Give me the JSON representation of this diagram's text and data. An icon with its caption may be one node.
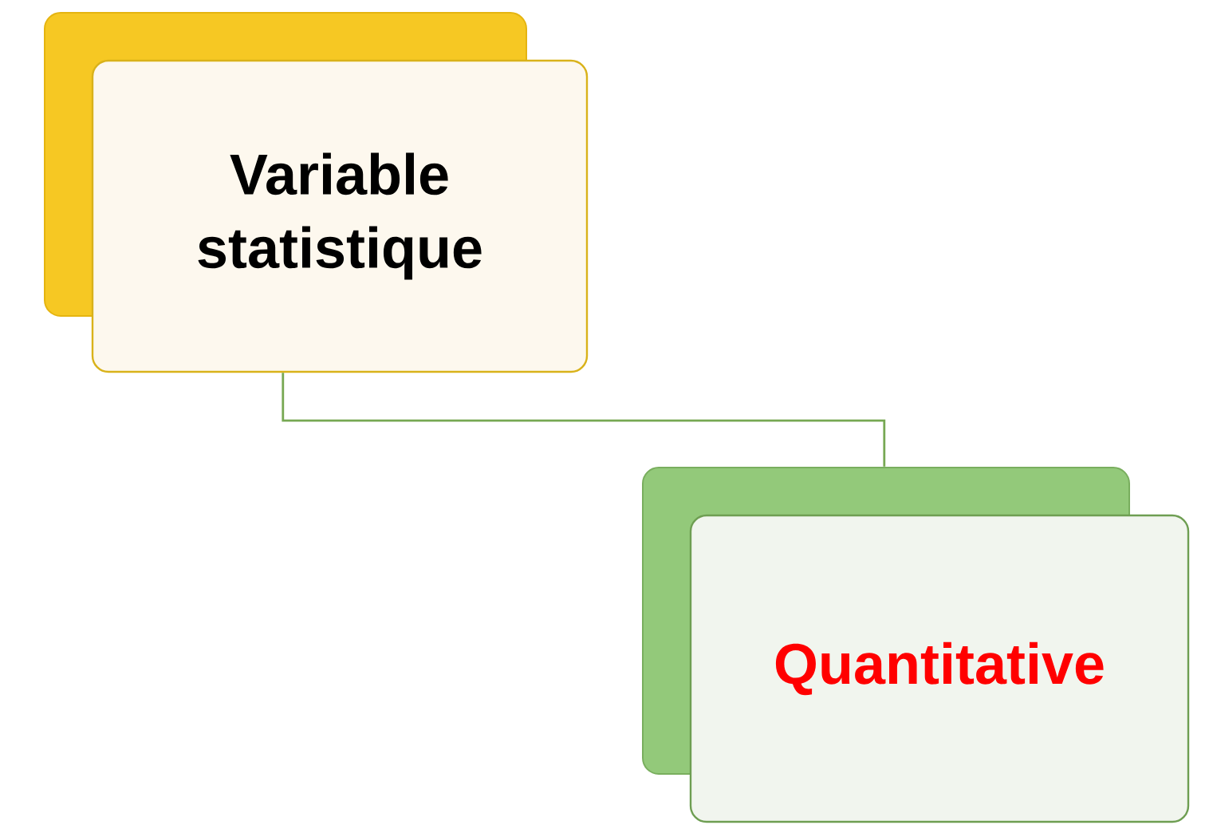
{
  "diagram": {
    "nodes": [
      {
        "text": [
          "Variable statistique"
        ]
      },
      {
        "text": [
          "Quantitative"
        ]
      }
    ],
    "edges": [
      {
        "from": 0,
        "to": 1,
        "arrow": "none",
        "color": "#77a853"
      }
    ]
  }
}
